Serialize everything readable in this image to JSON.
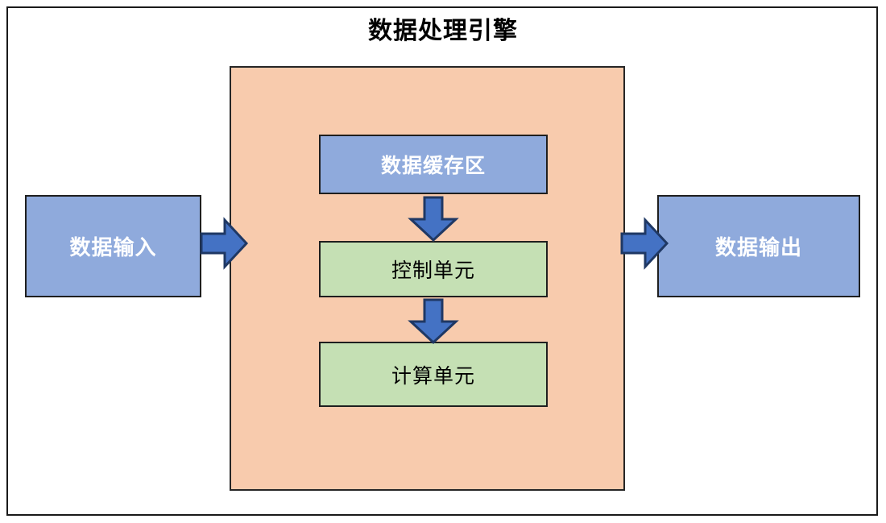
{
  "diagram": {
    "title": "数据处理引擎",
    "colors": {
      "container_fill": "#f8cbad",
      "box_blue_fill": "#8faadc",
      "box_green_fill": "#c5e0b4",
      "arrow_fill": "#4472c4",
      "border": "#1f1f1f",
      "page_background": "#ffffff",
      "blue_text": "#ffffff",
      "green_text": "#000000"
    },
    "nodes": {
      "input": {
        "label": "数据输入"
      },
      "output": {
        "label": "数据输出"
      },
      "container": {
        "label": "数据处理引擎"
      },
      "cache": {
        "label": "数据缓存区"
      },
      "control": {
        "label": "控制单元"
      },
      "compute": {
        "label": "计算单元"
      }
    },
    "arrows": [
      {
        "name": "input-to-engine",
        "direction": "right"
      },
      {
        "name": "engine-to-output",
        "direction": "right"
      },
      {
        "name": "cache-to-control",
        "direction": "down"
      },
      {
        "name": "control-to-compute",
        "direction": "down"
      }
    ]
  }
}
